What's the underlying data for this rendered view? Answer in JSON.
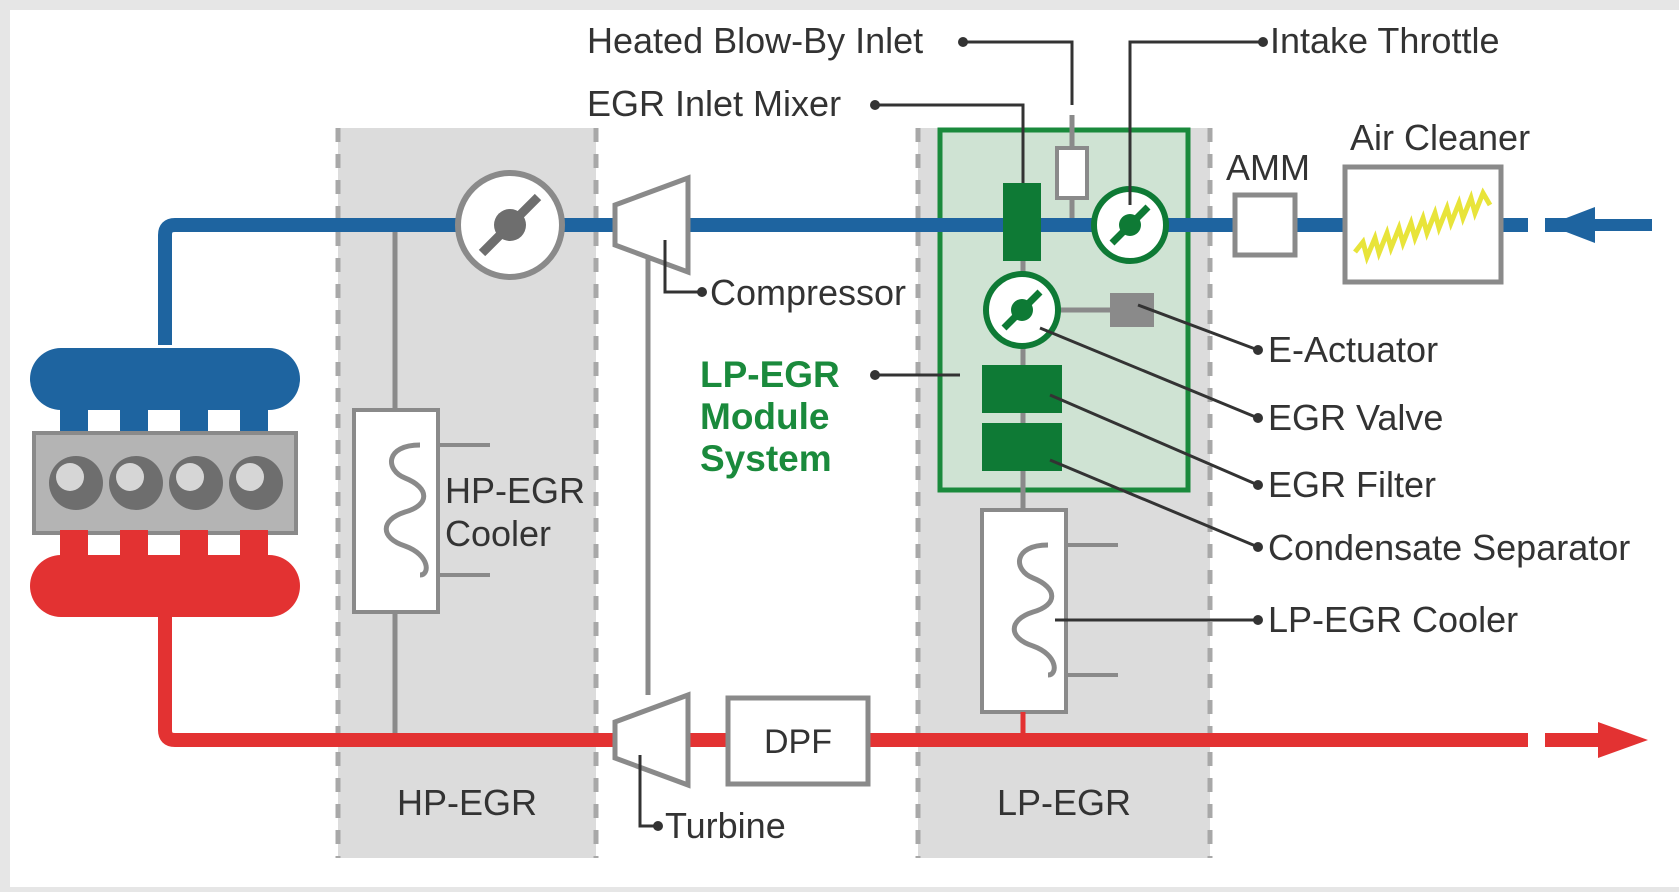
{
  "labels": {
    "heated_blow_by_inlet": "Heated Blow-By Inlet",
    "egr_inlet_mixer": "EGR Inlet Mixer",
    "intake_throttle": "Intake Throttle",
    "amm": "AMM",
    "air_cleaner": "Air Cleaner",
    "compressor": "Compressor",
    "e_actuator": "E-Actuator",
    "egr_valve": "EGR Valve",
    "egr_filter": "EGR Filter",
    "condensate_separator": "Condensate Separator",
    "lp_egr_cooler": "LP-EGR Cooler",
    "hp_egr_cooler_line1": "HP-EGR",
    "hp_egr_cooler_line2": "Cooler",
    "module_line1": "LP-EGR",
    "module_line2": "Module",
    "module_line3": "System",
    "dpf": "DPF",
    "turbine": "Turbine",
    "zone_hp": "HP-EGR",
    "zone_lp": "LP-EGR"
  },
  "colors": {
    "intake": "#1e64a0",
    "exhaust": "#e33232",
    "module_green": "#1a8a3c",
    "module_fill": "#cfe3d3",
    "zone_fill": "#dcdcdc",
    "coil_yellow": "#e8e43a",
    "gray_line": "#8a8a8a"
  }
}
